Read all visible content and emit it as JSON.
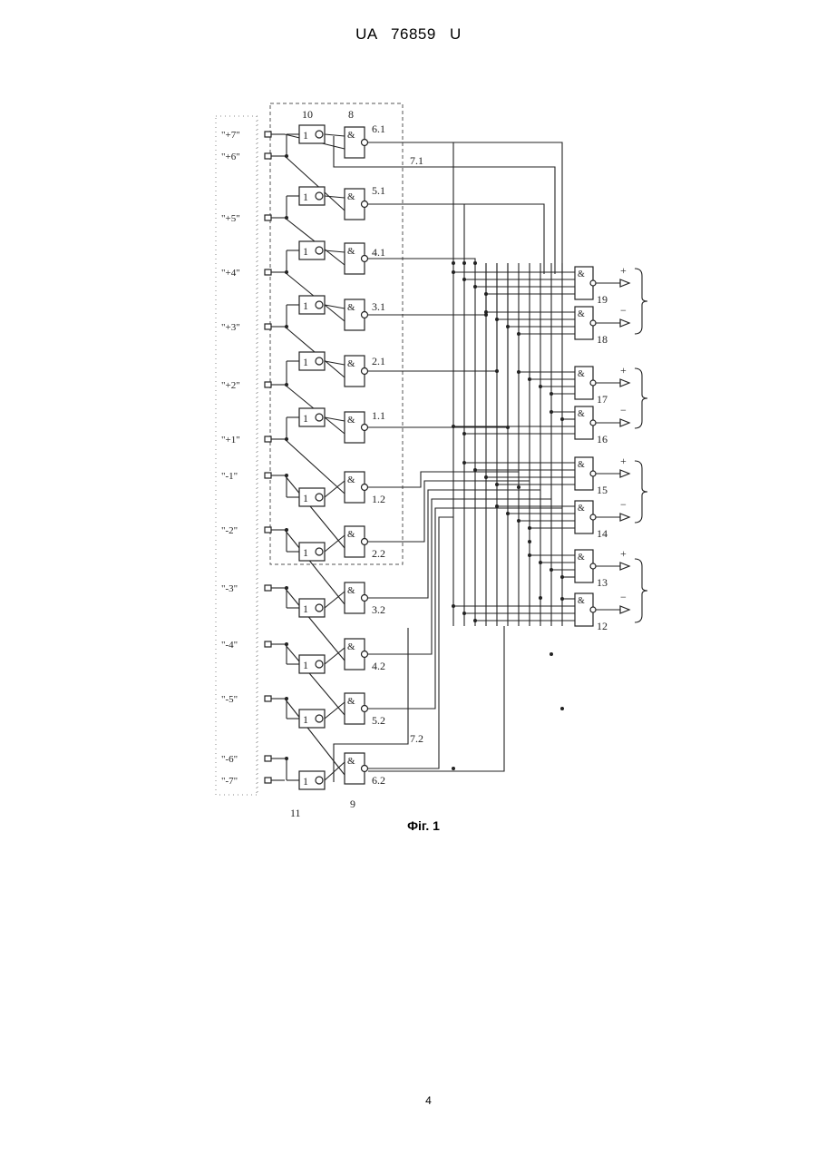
{
  "header": {
    "patent_number": "UA   76859   U"
  },
  "figure": {
    "caption": "Фіг. 1",
    "block_refs": {
      "top_or": "10",
      "top_and": "8",
      "bottom_or": "11",
      "bottom_and": "9"
    },
    "feedback_labels": [
      "7.1",
      "7.2"
    ],
    "input_labels": [
      "\"+7\"",
      "\"+6\"",
      "\"+5\"",
      "\"+4\"",
      "\"+3\"",
      "\"+2\"",
      "\"+1\"",
      "\"-1\"",
      "\"-2\"",
      "\"-3\"",
      "\"-4\"",
      "\"-5\"",
      "\"-6\"",
      "\"-7\""
    ],
    "and_gate_labels": [
      "6.1",
      "5.1",
      "4.1",
      "3.1",
      "2.1",
      "1.1",
      "1.2",
      "2.2",
      "3.2",
      "4.2",
      "5.2",
      "6.2"
    ],
    "or_symbol": "1",
    "and_symbol": "&",
    "output_gate_labels": [
      "19",
      "18",
      "17",
      "16",
      "15",
      "14",
      "13",
      "12"
    ],
    "output_signs": [
      "+",
      "−",
      "+",
      "−",
      "+",
      "−",
      "+",
      "−"
    ]
  },
  "page_number": "4"
}
